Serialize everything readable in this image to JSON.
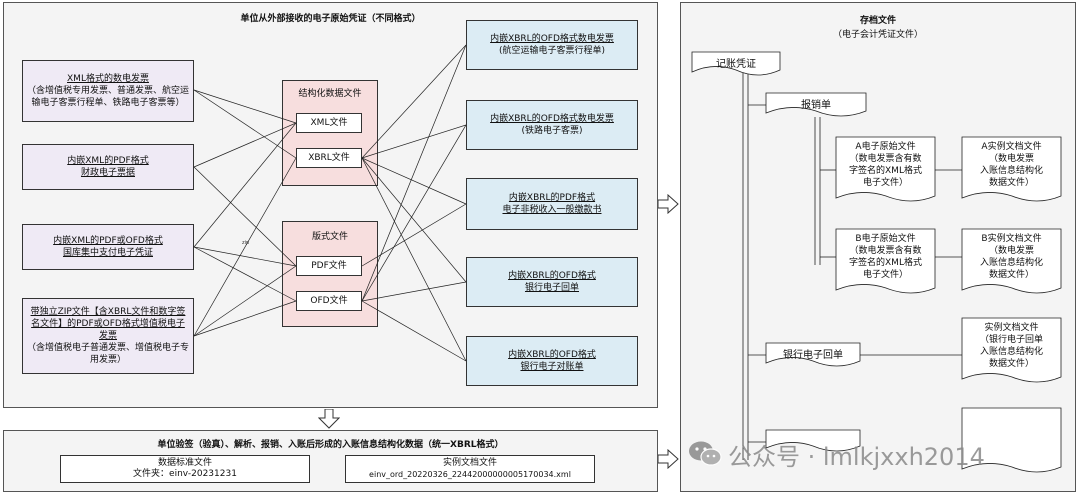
{
  "left_panel": {
    "title": "单位从外部接收的电子原始凭证（不同格式）",
    "sources": [
      {
        "line1": "XML格式的数电发票",
        "line2": "（含增值税专用发票、普通发票、航空运输电子客票行程单、铁路电子客票等）"
      },
      {
        "line1": "内嵌XML的PDF格式",
        "line2": "财政电子票据"
      },
      {
        "line1": "内嵌XML的PDF或OFD格式",
        "line2": "国库集中支付电子凭证"
      },
      {
        "line1": "带独立ZIP文件【含XBRL文件和数字签名文件】的PDF或OFD格式增值税电子发票",
        "line2": "（含增值税电子普通发票、增值税电子专用发票）"
      }
    ],
    "struct_group": {
      "title": "结构化数据文件",
      "items": [
        "XML文件",
        "XBRL文件"
      ]
    },
    "layout_group": {
      "title": "版式文件",
      "items": [
        "PDF文件",
        "OFD文件"
      ]
    },
    "zip_label": "zip",
    "targets": [
      {
        "line1": "内嵌XBRL的OFD格式数电发票",
        "line2": "(航空运输电子客票行程单)"
      },
      {
        "line1": "内嵌XBRL的OFD格式数电发票",
        "line2": "(铁路电子客票)"
      },
      {
        "line1": "内嵌XBRL的PDF格式",
        "line2": "电子非税收入一般缴款书"
      },
      {
        "line1": "内嵌XBRL的OFD格式",
        "line2": "银行电子回单"
      },
      {
        "line1": "内嵌XBRL的OFD格式",
        "line2": "银行电子对账单"
      }
    ]
  },
  "bottom_panel": {
    "title": "单位验签（验真）、解析、报销、入账后形成的入账信息结构化数据（统一XBRL格式）",
    "data_std": {
      "line1": "数据标准文件",
      "line2": "文件夹：einv-20231231"
    },
    "instance": {
      "line1": "实例文档文件",
      "line2": "einv_ord_20220326_22442000000005170034.xml"
    }
  },
  "right_panel": {
    "title": "存档文件",
    "subtitle": "（电子会计凭证文件）",
    "voucher": "记账凭证",
    "reimb": "报销单",
    "a_orig": [
      "A电子原始文件",
      "（数电发票含有数",
      "字签名的XML格式",
      "电子文件）"
    ],
    "a_inst": [
      "A实例文档文件",
      "（数电发票",
      "入账信息结构化",
      "数据文件）"
    ],
    "b_orig": [
      "B电子原始文件",
      "（数电发票含有数",
      "字签名的XML格式",
      "电子文件）"
    ],
    "b_inst": [
      "B实例文档文件",
      "（数电发票",
      "入账信息结构化",
      "数据文件）"
    ],
    "bank": "银行电子回单",
    "bank_inst": [
      "实例文档文件",
      "（银行电子回单",
      "入账信息结构化",
      "数据文件）"
    ]
  },
  "watermark": "公众号 · lmlkjxxh2014"
}
